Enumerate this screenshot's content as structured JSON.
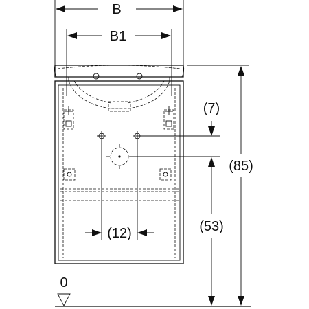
{
  "dimensions": {
    "width_label": "B",
    "inner_width_label": "B1",
    "top_offset_label": "(7)",
    "total_height_label": "(85)",
    "hole_spacing_label": "(12)",
    "drain_height_label": "(53)",
    "floor_level_label": "0"
  },
  "colors": {
    "line": "#111111",
    "background": "#ffffff"
  }
}
